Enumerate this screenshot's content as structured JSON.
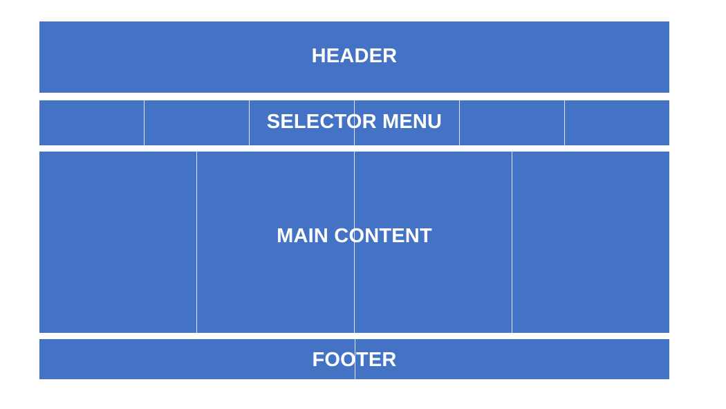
{
  "diagram": {
    "fill_color": "#4472C4",
    "text_color": "#FFFFFF",
    "divider_color": "#DFE6F3",
    "header": {
      "label": "HEADER"
    },
    "selector_menu": {
      "label": "SELECTOR MENU",
      "segment_count": 6
    },
    "main_content": {
      "label": "MAIN CONTENT",
      "column_count": 4
    },
    "footer": {
      "label": "FOOTER"
    }
  }
}
